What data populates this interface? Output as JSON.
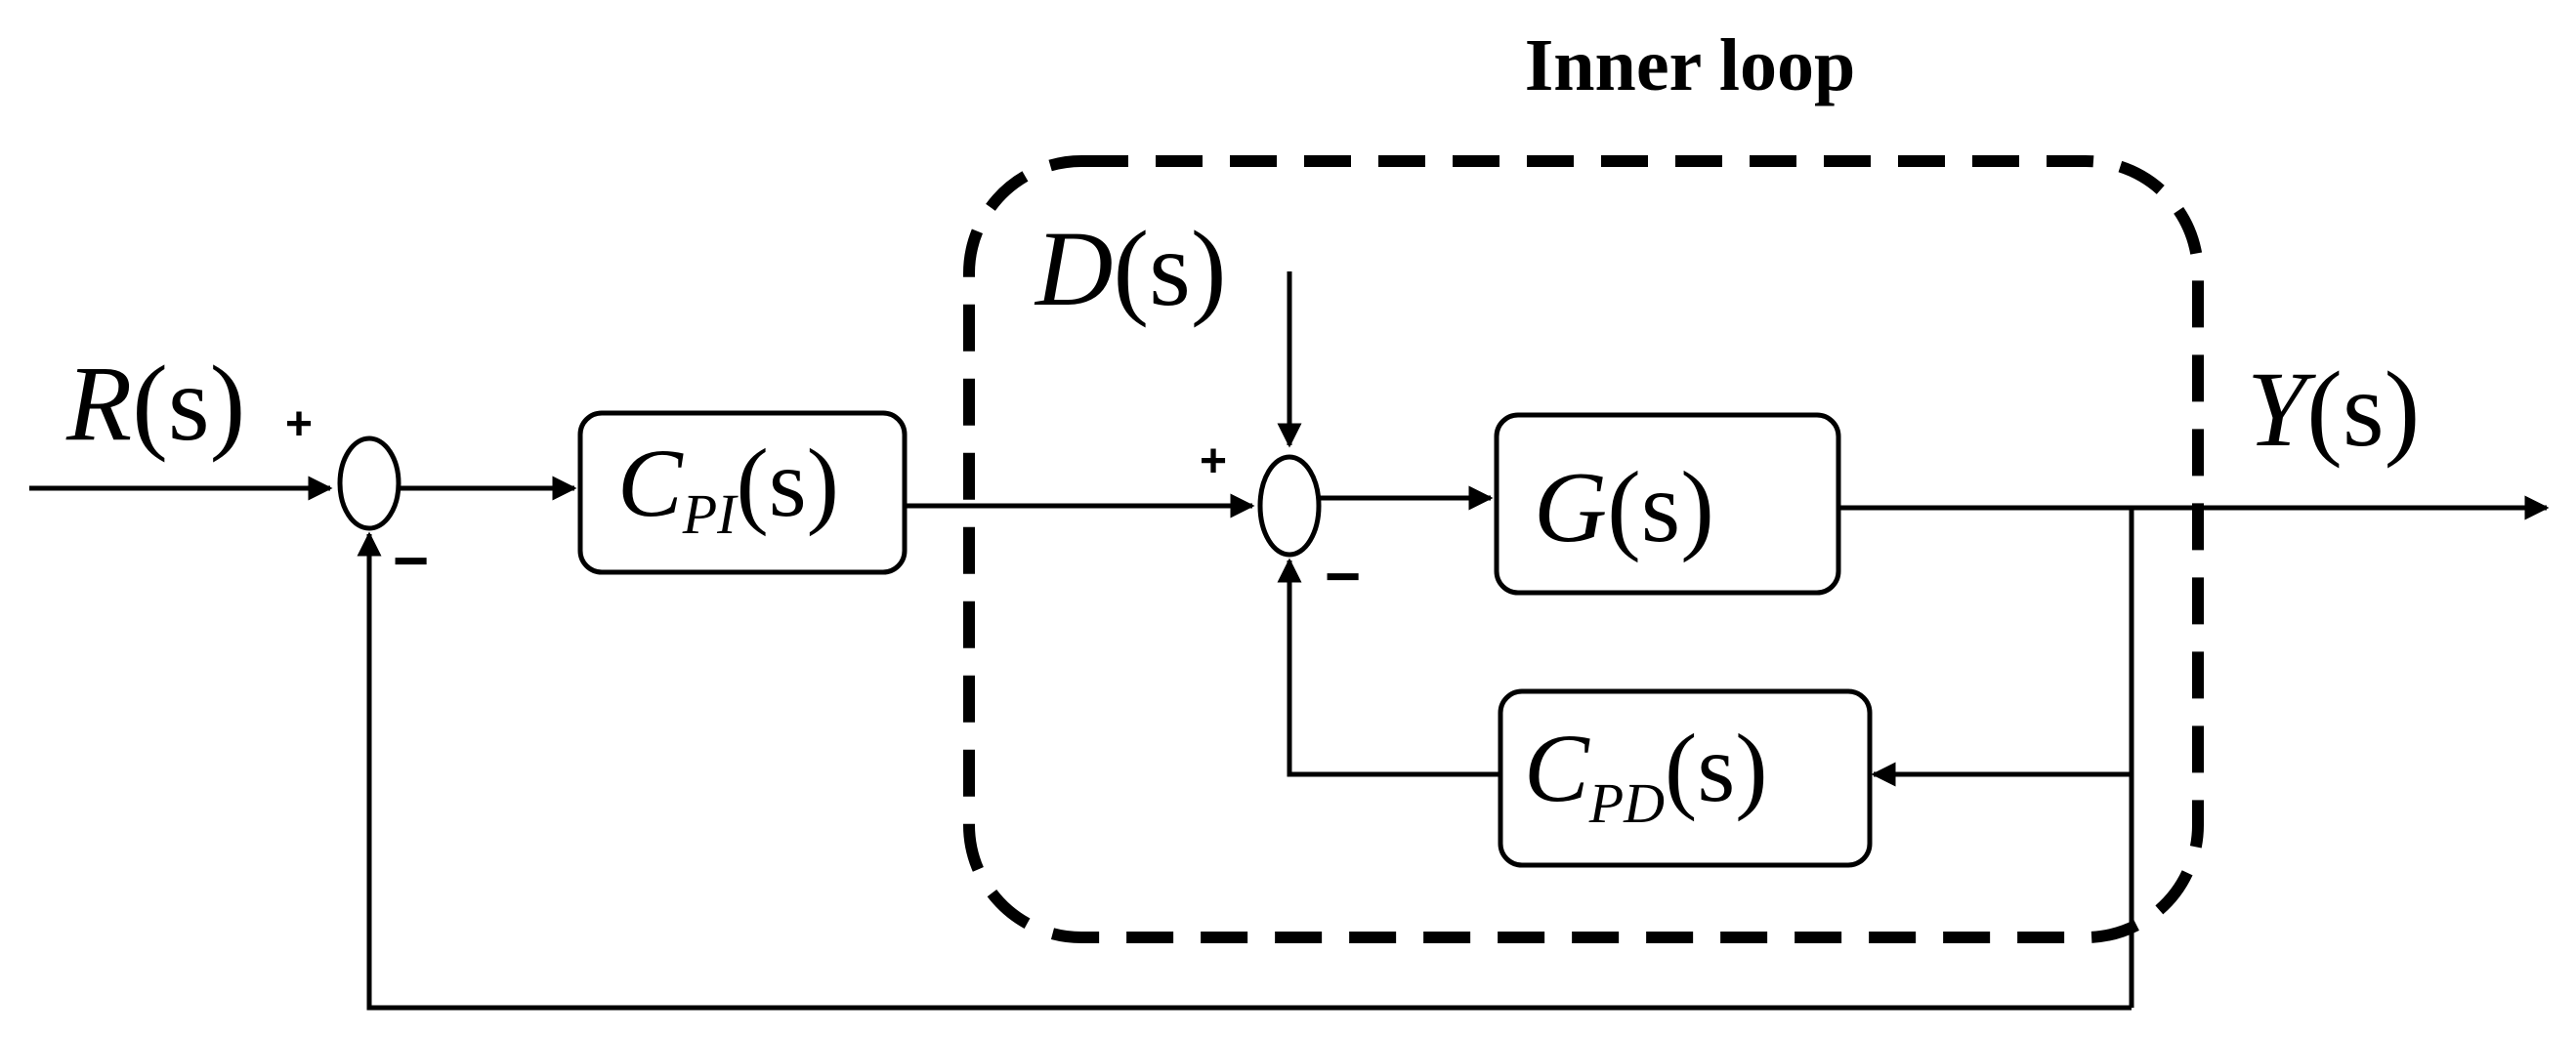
{
  "diagram": {
    "inner_loop_label": "Inner loop",
    "input": {
      "symbol": "R",
      "arg": "(s)"
    },
    "output": {
      "symbol": "Y",
      "arg": "(s)"
    },
    "disturbance": {
      "symbol": "D",
      "arg": "(s)"
    },
    "blocks": {
      "pi": {
        "symbol": "C",
        "subscript": "PI",
        "arg": "(s)"
      },
      "plant": {
        "symbol": "G",
        "arg": "(s)"
      },
      "pd": {
        "symbol": "C",
        "subscript": "PD",
        "arg": "(s)"
      }
    },
    "outer_sum": {
      "plus": "+",
      "minus": "−"
    },
    "inner_sum": {
      "plus": "+",
      "minus": "−"
    }
  }
}
